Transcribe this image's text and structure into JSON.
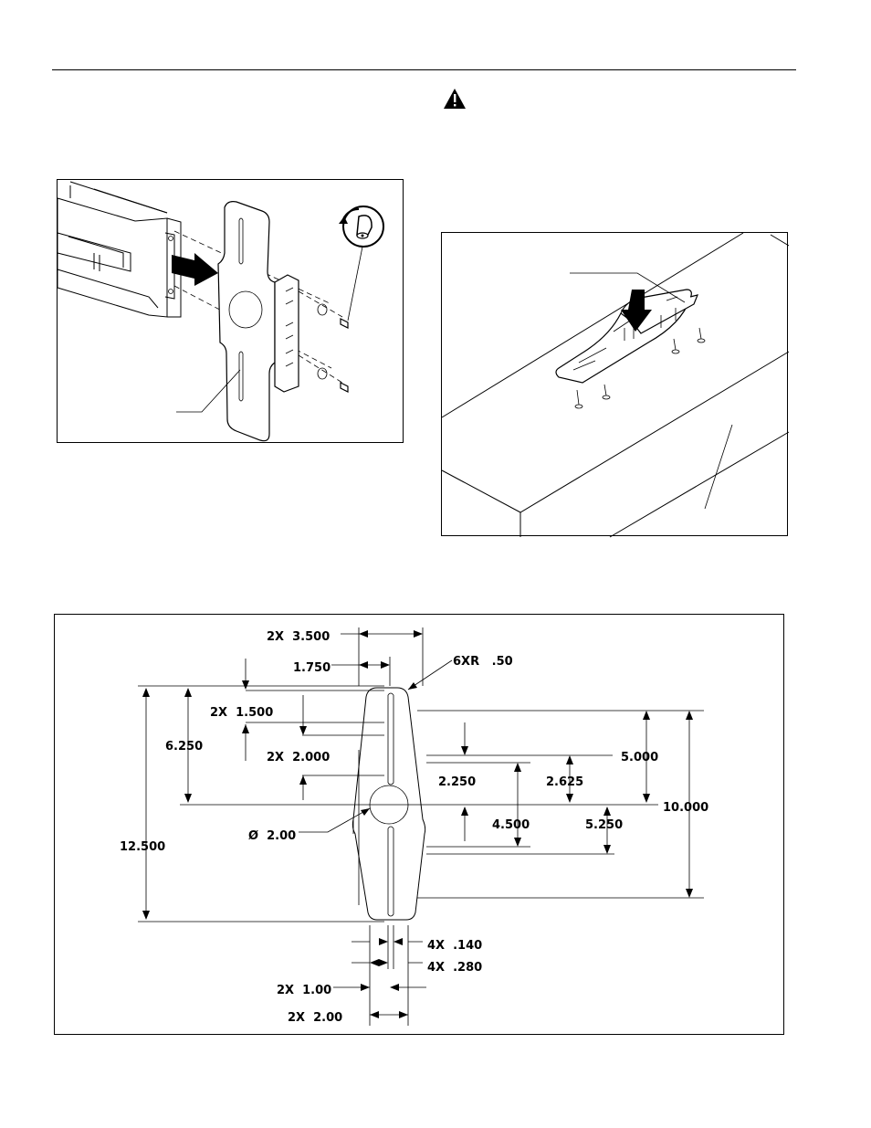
{
  "warning": {
    "icon": "warning-triangle-icon",
    "color": "#000000"
  },
  "figure1": {
    "icon_rotate": "rotate-wrench-icon",
    "icon_arrow": "push-arrow-icon"
  },
  "figure2": {
    "icon_arrow": "down-arrow-icon"
  },
  "dimensions": {
    "width_outer": "2X  3.500",
    "width_half": "1.750",
    "corner_radius": "6XR   .50",
    "top_slot_offset": "2X  1.500",
    "half_height": "6.250",
    "slot_length": "2X  2.000",
    "hole_diameter": "Ø  2.00",
    "overall_height": "12.500",
    "dim_2250": "2.250",
    "dim_2625": "2.625",
    "dim_4500": "4.500",
    "dim_5000": "5.000",
    "dim_5250": "5.250",
    "dim_10000": "10.000",
    "slot_width": "4X  .140",
    "slot_spacing": "4X  .280",
    "dim_100": "2X  1.00",
    "dim_200": "2X  2.00"
  }
}
